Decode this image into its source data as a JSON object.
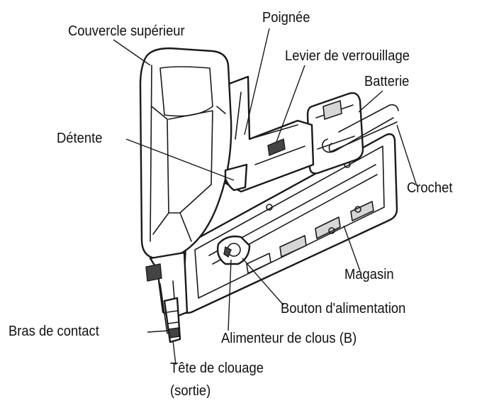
{
  "labels": {
    "top_cover": "Couvercle supérieur",
    "handle": "Poignée",
    "lock_lever": "Levier de verrouillage",
    "battery": "Batterie",
    "trigger": "Détente",
    "hook": "Crochet",
    "magazine": "Magasin",
    "feed_button": "Bouton d'alimentation",
    "contact_arm": "Bras de contact",
    "nail_feeder": "Alimenteur de clous (B)",
    "nose_line1": "Tête de clouage",
    "nose_line2": "(sortie)"
  }
}
